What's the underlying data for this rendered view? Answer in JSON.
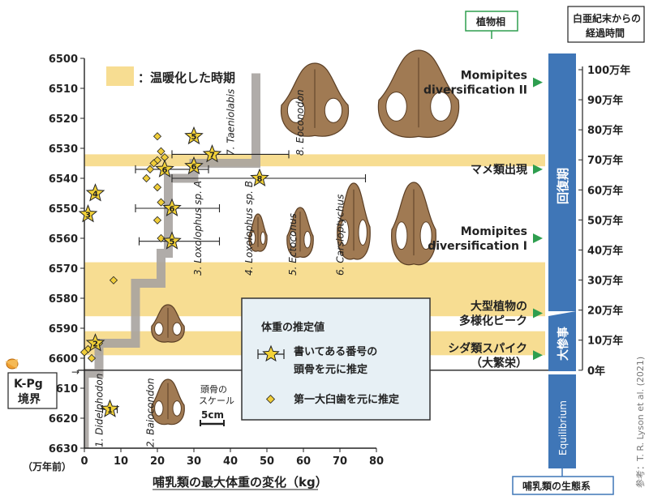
{
  "colors": {
    "warm_band": "#f7dd92",
    "plateau": "#a7a3a0",
    "star_fill": "#f3d237",
    "diamond_fill": "#f0cd3a",
    "skull_fill": "#a07a53",
    "skull_dark": "#5a3e24",
    "column_blue": "#3f76b7",
    "legend_bg": "#e7f0f5",
    "arrow_green": "#2e9e4f",
    "meteor": "#f0a030"
  },
  "chart_data": {
    "type": "scatter",
    "xlabel": "哺乳類の最大体重の変化（kg）",
    "ylabel": "（万年前）",
    "xlim": [
      0,
      80
    ],
    "ylim": [
      6630,
      6500
    ],
    "x_ticks": [
      "0",
      "10",
      "20",
      "30",
      "40",
      "50",
      "60",
      "70",
      "80"
    ],
    "y_ticks": [
      "6500",
      "6510",
      "6520",
      "6530",
      "6540",
      "6550",
      "6560",
      "6570",
      "6580",
      "6590",
      "6600",
      "6610",
      "6620",
      "6630"
    ],
    "boundary_y": 6604,
    "warm_periods": [
      [
        6532,
        6536
      ],
      [
        6568,
        6586
      ],
      [
        6591,
        6599
      ]
    ],
    "max_weight_steps": [
      [
        0,
        6630
      ],
      [
        0,
        6605
      ],
      [
        4,
        6605
      ],
      [
        4,
        6595
      ],
      [
        14,
        6595
      ],
      [
        14,
        6575
      ],
      [
        21,
        6575
      ],
      [
        21,
        6565
      ],
      [
        23,
        6565
      ],
      [
        23,
        6550
      ],
      [
        23,
        6540
      ],
      [
        30,
        6540
      ],
      [
        30,
        6535
      ],
      [
        47,
        6535
      ],
      [
        47,
        6505
      ]
    ],
    "skull_stars": [
      {
        "label": "1",
        "x": 7,
        "y": 6617,
        "xerr": [
          5,
          9
        ]
      },
      {
        "label": "2",
        "x": 3,
        "y": 6595,
        "xerr": null
      },
      {
        "label": "3",
        "x": 1,
        "y": 6552,
        "xerr": null
      },
      {
        "label": "4",
        "x": 3,
        "y": 6545,
        "xerr": null
      },
      {
        "label": "5",
        "x": 24,
        "y": 6561,
        "xerr": [
          15,
          37
        ]
      },
      {
        "label": "5",
        "x": 30,
        "y": 6526,
        "xerr": null
      },
      {
        "label": "6",
        "x": 24,
        "y": 6550,
        "xerr": [
          14,
          37
        ]
      },
      {
        "label": "6",
        "x": 22,
        "y": 6537,
        "xerr": [
          14,
          34
        ]
      },
      {
        "label": "6",
        "x": 30,
        "y": 6536,
        "xerr": null
      },
      {
        "label": "7",
        "x": 35,
        "y": 6532,
        "xerr": [
          24,
          56
        ]
      },
      {
        "label": "8",
        "x": 48,
        "y": 6540,
        "xerr": [
          24,
          77
        ]
      }
    ],
    "molar_diamonds": [
      {
        "x": 8,
        "y": 6574
      },
      {
        "x": 4,
        "y": 6595
      },
      {
        "x": 1,
        "y": 6597
      },
      {
        "x": 0,
        "y": 6598
      },
      {
        "x": 2,
        "y": 6600
      },
      {
        "x": 20,
        "y": 6526
      },
      {
        "x": 21,
        "y": 6531
      },
      {
        "x": 22,
        "y": 6533
      },
      {
        "x": 20,
        "y": 6534
      },
      {
        "x": 19,
        "y": 6535
      },
      {
        "x": 18,
        "y": 6537
      },
      {
        "x": 17,
        "y": 6540
      },
      {
        "x": 20,
        "y": 6543
      },
      {
        "x": 21,
        "y": 6548
      },
      {
        "x": 20,
        "y": 6554
      },
      {
        "x": 21,
        "y": 6560
      }
    ],
    "taxa": [
      {
        "x": 5,
        "label": "1. Didelphodon"
      },
      {
        "x": 19,
        "label": "2. Baiocondon"
      },
      {
        "x": 32,
        "label": "3. Loxolophus sp. A"
      },
      {
        "x": 46,
        "label": "4. Loxolophus sp. B"
      },
      {
        "x": 58,
        "label": "5. Ectoconus"
      },
      {
        "x": 71,
        "label": "6. Carsioptychus"
      },
      {
        "x": 41,
        "label": "7. Taeniolabis"
      },
      {
        "x": 60,
        "label": "8. Eoconodon"
      }
    ]
  },
  "legend_warm": "：温暖化した時期",
  "legend_box": {
    "title": "体重の推定値",
    "star_line1": "書いてある番号の",
    "star_line2": "頭骨を元に推定",
    "diamond_text": "第一大臼歯を元に推定"
  },
  "scale": {
    "label1": "頭骨の",
    "label2": "スケール",
    "value": "5cm"
  },
  "kpg": {
    "line1": "K-Pg",
    "line2": "境界"
  },
  "events": [
    {
      "y": 6508,
      "text1": "Momipites",
      "text2": "diversification II"
    },
    {
      "y": 6537,
      "text1": "マメ類出現",
      "text2": ""
    },
    {
      "y": 6560,
      "text1": "Momipites",
      "text2": "diversification I"
    },
    {
      "y": 6585,
      "text1": "大型植物の",
      "text2": "多様化ピーク"
    },
    {
      "y": 6599,
      "text1": "シダ類スパイク",
      "text2": "（大繁栄）"
    }
  ],
  "flora_label": "植物相",
  "right_header": {
    "line1": "白亜紀末からの",
    "line2": "経過時間"
  },
  "right_ticks": [
    "100万年",
    "90万年",
    "80万年",
    "70万年",
    "60万年",
    "50万年",
    "40万年",
    "30万年",
    "20万年",
    "10万年",
    "0年"
  ],
  "column": {
    "recovery": "回復期",
    "disaster": "大惨事",
    "equilibrium": "Equilibrium"
  },
  "ecosystem_label": "哺乳類の生態系",
  "credit": "参考：T. R. Lyson et al. (2021)"
}
